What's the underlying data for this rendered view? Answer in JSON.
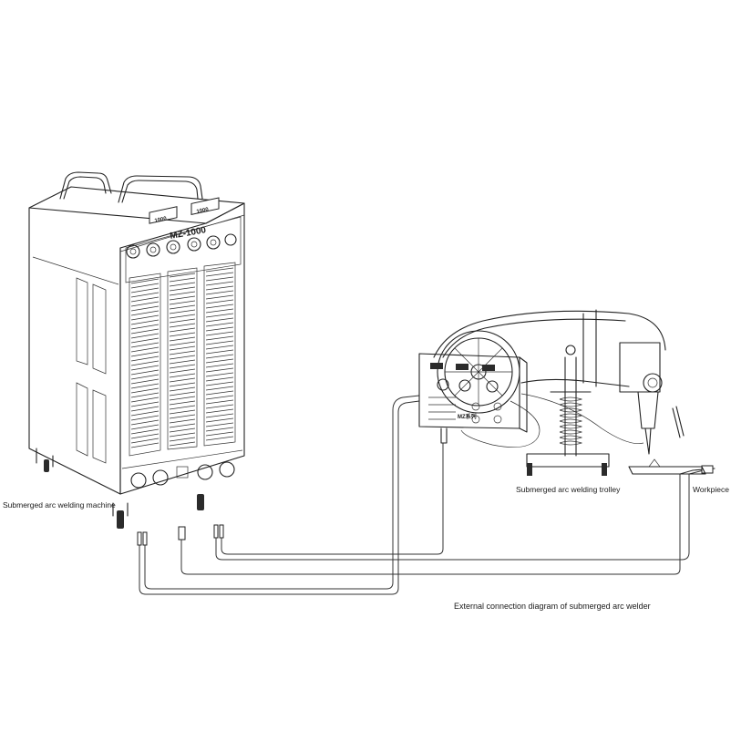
{
  "labels": {
    "machine": "Submerged arc welding machine",
    "trolley": "Submerged arc welding trolley",
    "workpiece": "Workpiece",
    "caption": "External connection diagram of submerged arc welder"
  },
  "machine_panel": {
    "model": "MZ-1000",
    "display_left": "1000",
    "display_right": "1000"
  },
  "trolley_panel": {
    "model": "MZ系列"
  }
}
